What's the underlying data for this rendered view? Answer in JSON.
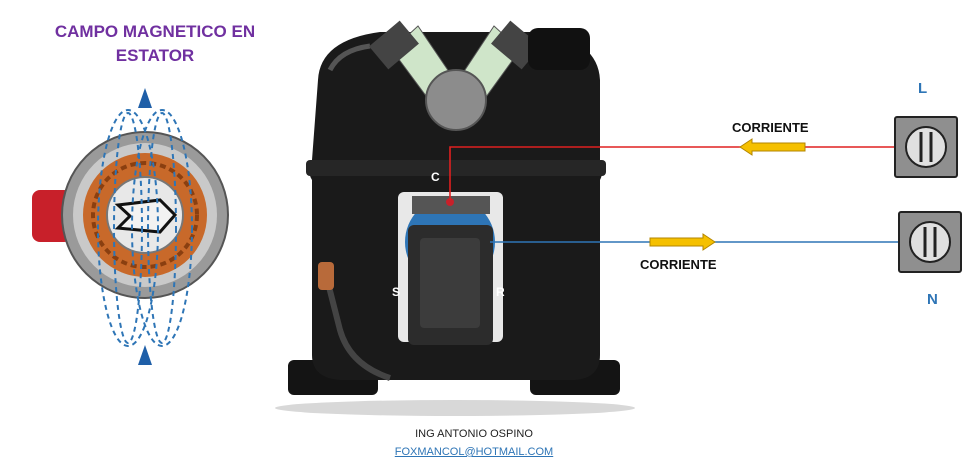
{
  "title": "CAMPO MAGNETICO EN ESTATOR",
  "labels": {
    "current_top": "CORRIENTE",
    "current_bottom": "CORRIENTE",
    "pin_common": "C",
    "pin_start": "S",
    "pin_run": "R",
    "line": "L",
    "neutral": "N"
  },
  "author": "ING ANTONIO OSPINO",
  "email": "FOXMANCOL@HOTMAIL.COM",
  "colors": {
    "title": "#7030a0",
    "wire_line": "#e02020",
    "wire_neutral": "#2e75b6",
    "arrow": "#f5c000",
    "field_lines": "#2e75b6"
  }
}
